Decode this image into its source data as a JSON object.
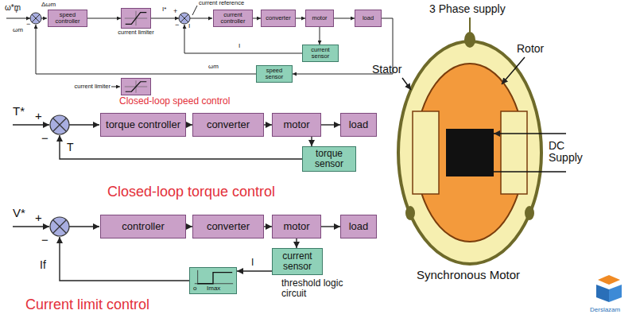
{
  "diagram": {
    "nodes": [
      {
        "text": [
          "speed controller"
        ]
      },
      {
        "text": [
          "current limiter"
        ]
      },
      {
        "text": [
          "current controller"
        ]
      },
      {
        "text": [
          "converter"
        ]
      },
      {
        "text": [
          "motor"
        ]
      },
      {
        "text": [
          "load"
        ]
      },
      {
        "text": [
          "current sensor"
        ]
      },
      {
        "text": [
          "speed sensor"
        ]
      },
      {
        "text": [
          "current limiter"
        ]
      },
      {
        "text": [
          "torque controller"
        ]
      },
      {
        "text": [
          "converter"
        ]
      },
      {
        "text": [
          "motor"
        ]
      },
      {
        "text": [
          "load"
        ]
      },
      {
        "text": [
          "torque sensor"
        ]
      },
      {
        "text": [
          "controller"
        ]
      },
      {
        "text": [
          "converter"
        ]
      },
      {
        "text": [
          "motor"
        ]
      },
      {
        "text": [
          "load"
        ]
      },
      {
        "text": [
          "current sensor"
        ]
      },
      {
        "text": [
          "o",
          "Imax"
        ]
      }
    ],
    "edges": [
      {
        "from": 0,
        "to": 1,
        "arrow": "to"
      },
      {
        "from": 2,
        "to": 3,
        "arrow": "to"
      },
      {
        "from": 3,
        "to": 4,
        "arrow": "to"
      },
      {
        "from": 4,
        "to": 5,
        "arrow": "to"
      },
      {
        "from": 4,
        "to": 6,
        "arrow": "to"
      },
      {
        "from": 5,
        "to": 7,
        "arrow": "to"
      },
      {
        "from": 9,
        "to": 10,
        "arrow": "to"
      },
      {
        "from": 10,
        "to": 11,
        "arrow": "to"
      },
      {
        "from": 11,
        "to": 12,
        "arrow": "to"
      },
      {
        "from": 11,
        "to": 13,
        "arrow": "to"
      },
      {
        "from": 14,
        "to": 15,
        "arrow": "to"
      },
      {
        "from": 15,
        "to": 16,
        "arrow": "to"
      },
      {
        "from": 16,
        "to": 17,
        "arrow": "to"
      },
      {
        "from": 16,
        "to": 18,
        "arrow": "to"
      },
      {
        "from": 18,
        "to": 19,
        "arrow": "to"
      }
    ],
    "labels": [
      "ω*m",
      "+",
      "Δωm",
      "−",
      "ωm",
      "I*",
      "current reference",
      "+",
      "−",
      "I",
      "I",
      "ωm",
      "Closed-loop speed control",
      "T*",
      "+",
      "−",
      "T",
      "Closed-loop torque control",
      "V*",
      "+",
      "−",
      "If",
      "I",
      "threshold logic circuit",
      "Current limit control",
      "3 Phase supply",
      "Stator",
      "Rotor",
      "DC Supply",
      "Synchronous Motor",
      "Derslazam"
    ]
  }
}
